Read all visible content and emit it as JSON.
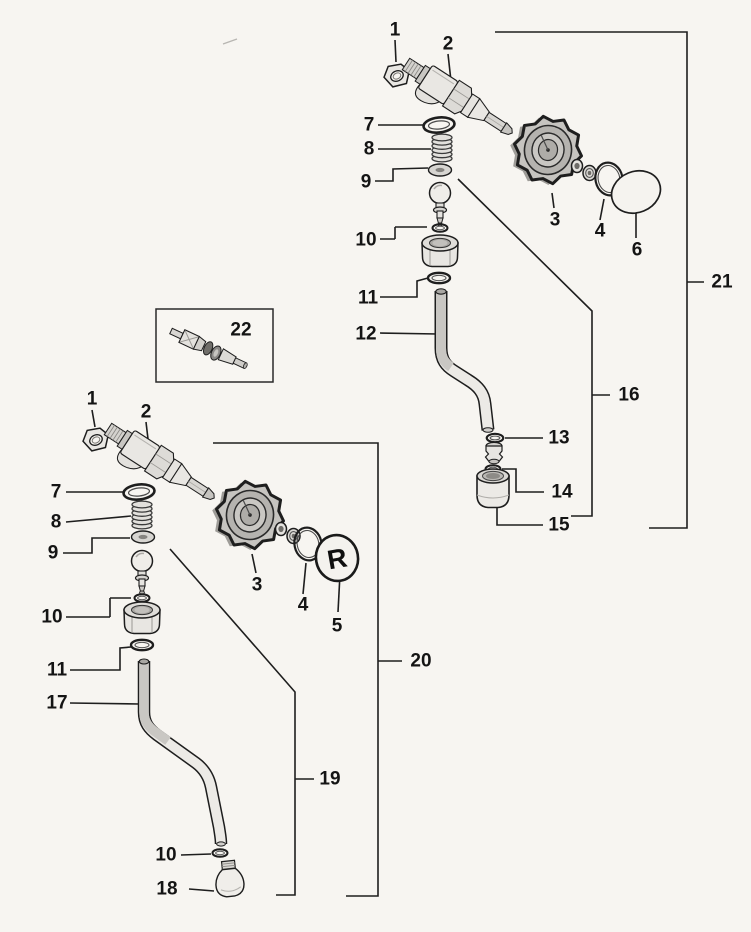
{
  "diagram": {
    "kind": "exploded-parts-diagram",
    "labels": {
      "u1": "1",
      "u2": "2",
      "u3": "3",
      "u4": "4",
      "u6": "6",
      "u7": "7",
      "u8": "8",
      "u9": "9",
      "u10": "10",
      "u11": "11",
      "u12": "12",
      "u13": "13",
      "u14": "14",
      "u15": "15",
      "g16": "16",
      "g21": "21",
      "b22": "22",
      "l1": "1",
      "l2": "2",
      "l3": "3",
      "l4": "4",
      "l5": "5",
      "l7": "7",
      "l8": "8",
      "l9": "9",
      "l10": "10",
      "l11": "11",
      "l17": "17",
      "l10b": "10",
      "l18": "18",
      "g19": "19",
      "g20": "20"
    },
    "cap_logo": "R",
    "colors": {
      "background": "#f7f5f1",
      "line": "#1e1e1e",
      "metal_light": "#edebe7",
      "metal_mid": "#d9d7d3",
      "metal_dark": "#b6b4b0",
      "knob_fill": "#c6c4c0"
    }
  }
}
